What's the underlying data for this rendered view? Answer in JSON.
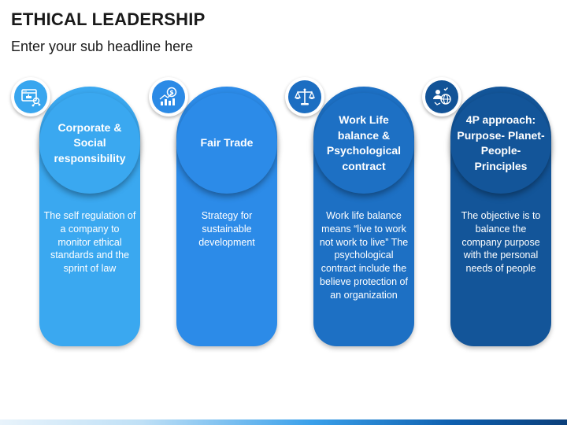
{
  "title": "ETHICAL LEADERSHIP",
  "subtitle": "Enter your sub headline here",
  "cards": [
    {
      "heading": "Corporate & Social responsibility",
      "description": "The self regulation of a company to monitor ethical standards and the sprint of law",
      "icon": "web-like-network-icon",
      "color": "#38a6ef"
    },
    {
      "heading": "Fair Trade",
      "description": "Strategy for sustainable development",
      "icon": "coin-growth-chart-icon",
      "color": "#2b8ae6"
    },
    {
      "heading": "Work Life balance & Psychological contract",
      "description": "Work life balance means “live to work not work to live” The psychological contract include the believe protection of an organization",
      "icon": "balance-scale-icon",
      "color": "#1c6ec2"
    },
    {
      "heading": "4P approach: Purpose- Planet- People- Principles",
      "description": "The objective is to balance the company purpose with the personal needs of people",
      "icon": "people-globe-icon",
      "color": "#125397"
    }
  ]
}
